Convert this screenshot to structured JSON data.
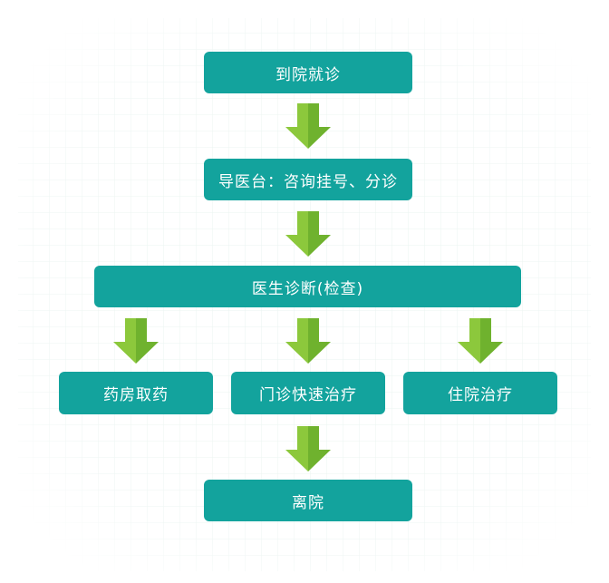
{
  "nodes": {
    "arrive": "到院就诊",
    "guide": "导医台：咨询挂号、分诊",
    "diagnosis": "医生诊断(检查)",
    "pharmacy": "药房取药",
    "outpatient": "门诊快速治疗",
    "inpatient": "住院治疗",
    "leave": "离院"
  },
  "colors": {
    "box": "#13a39d",
    "arrow_light": "#8cc83c",
    "arrow_dark": "#6fb22e",
    "grid": "#e6f2ee"
  }
}
